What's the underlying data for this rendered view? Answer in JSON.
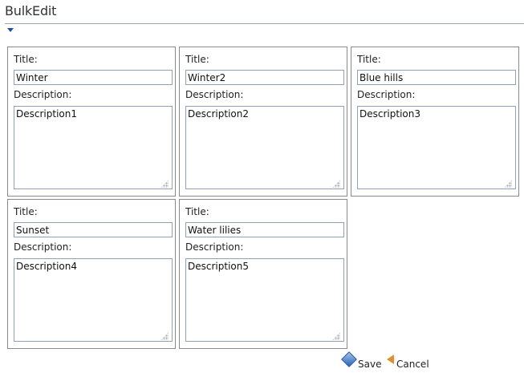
{
  "header": {
    "title": "BulkEdit"
  },
  "items": [
    {
      "title_label": "Title:",
      "title_value": "Winter",
      "description_label": "Description:",
      "description_value": "Description1"
    },
    {
      "title_label": "Title:",
      "title_value": "Winter2",
      "description_label": "Description:",
      "description_value": "Description2"
    },
    {
      "title_label": "Title:",
      "title_value": "Blue hills",
      "description_label": "Description:",
      "description_value": "Description3"
    },
    {
      "title_label": "Title:",
      "title_value": "Sunset",
      "description_label": "Description:",
      "description_value": "Description4"
    },
    {
      "title_label": "Title:",
      "title_value": "Water lilies",
      "description_label": "Description:",
      "description_value": "Description5"
    }
  ],
  "actions": {
    "save_label": "Save",
    "save_icon": "save-diamond-icon",
    "cancel_label": "Cancel",
    "cancel_icon": "cancel-arrow-icon"
  },
  "colors": {
    "accent": "#1f4fa0",
    "border": "#8a8a8a",
    "cancel_icon": "#e0902c"
  }
}
